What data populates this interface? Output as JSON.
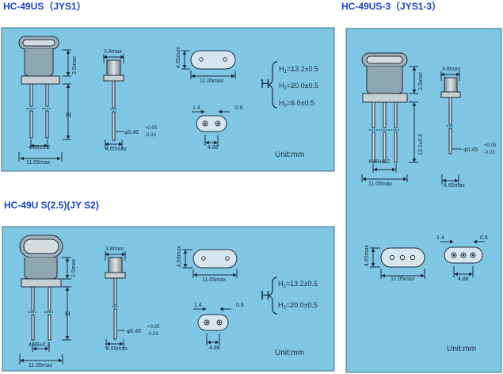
{
  "colors": {
    "title": "#1a43c8",
    "panel_fill": "#7fc7e5",
    "panel_border": "#3a6f8f",
    "line": "#1d2b3a",
    "metal": "#9aa6ae",
    "pin": "#d9dee2"
  },
  "sections": [
    {
      "title": "HC-49US（JYS1）",
      "dims": {
        "width_top": "3.8max",
        "top_height": "3.5max",
        "body_height": "H",
        "pin_pitch": "4.88±0.2",
        "body_width": "11.05max",
        "pin_diameter": "φ0.45",
        "tol_plus": "+0.05",
        "tol_minus": "-0.03",
        "side_width": "4.65max",
        "top_depth": "4.65max",
        "top_width": "11.05max",
        "pad_a": "1.4",
        "pad_b": "0.6",
        "pad_pitch": "4.88",
        "unit": "Unit:mm"
      },
      "h_table": {
        "label": "H",
        "rows": [
          {
            "sym": "H",
            "sub": "1",
            "val": "=13.2±0.5"
          },
          {
            "sym": "H",
            "sub": "2",
            "val": "=20.0±0.5"
          },
          {
            "sym": "H",
            "sub": "3",
            "val": "=6.0±0.5"
          }
        ]
      }
    },
    {
      "title": "HC-49US-3（JYS1-3）",
      "dims": {
        "width_top": "3.8max",
        "top_height": "3.5max",
        "body_height": "13.2±0.5",
        "pin_pitch": "4.88±0.2",
        "body_width": "11.05max",
        "pin_diameter": "φ0.45",
        "tol_plus": "+0.05",
        "tol_minus": "-0.03",
        "side_width": "4.65max",
        "top_depth": "4.65max",
        "top_width": "11.05max",
        "pad_a": "1.4",
        "pad_b": "0.6",
        "pad_pitch": "4.88",
        "unit": "Unit:mm"
      }
    },
    {
      "title": "HC-49U S(2.5)(JY S2)",
      "dims": {
        "width_top": "3.8max",
        "top_height": "2.5max",
        "body_height": "H",
        "pin_pitch": "4.88±0.2",
        "body_width": "11.05max",
        "pin_diameter": "φ0.45",
        "tol_plus": "+0.05",
        "tol_minus": "-0.03",
        "side_width": "4.65max",
        "top_depth": "4.65max",
        "top_width": "11.05max",
        "pad_a": "1.4",
        "pad_b": "0.6",
        "pad_pitch": "4.88",
        "unit": "Unit:mm"
      },
      "h_table": {
        "label": "H",
        "rows": [
          {
            "sym": "H",
            "sub": "1",
            "val": "=13.2±0.5"
          },
          {
            "sym": "H",
            "sub": "2",
            "val": "=20.0±0.5"
          }
        ]
      }
    }
  ]
}
